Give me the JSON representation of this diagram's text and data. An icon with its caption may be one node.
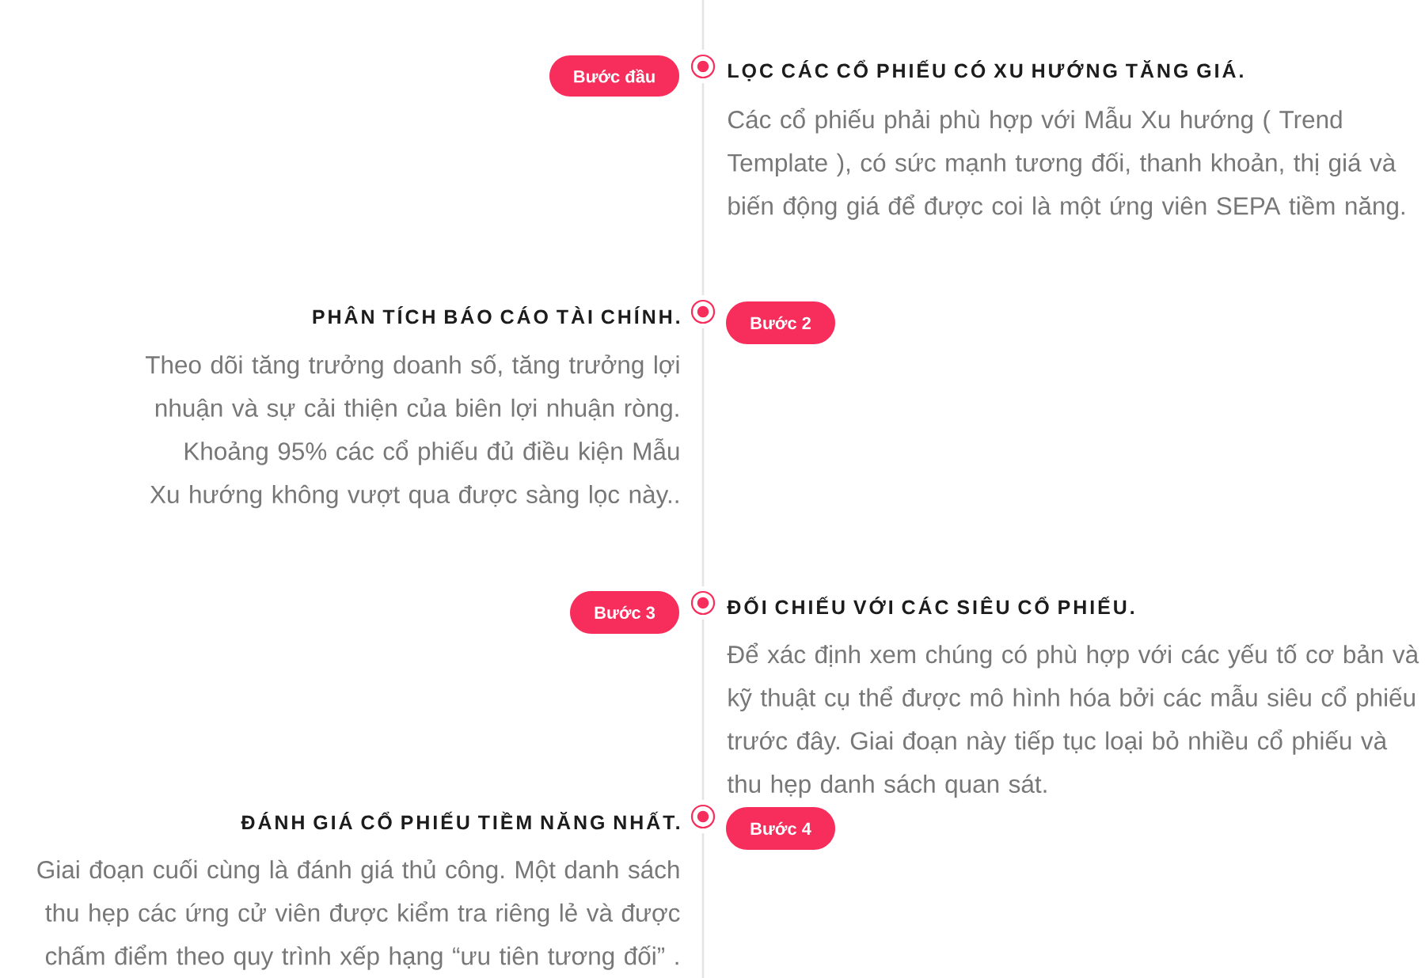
{
  "diagram": {
    "nodes": [
      {
        "text": [
          "Bước đầu"
        ]
      },
      {
        "text": [],
        "shape": "circle",
        "beside": [
          "LỌC CÁC CỔ PHIẾU CÓ XU HƯỚNG TĂNG GIÁ."
        ]
      },
      {
        "text": [],
        "shape": "circle",
        "beside": [
          "PHÂN TÍCH BÁO CÁO TÀI CHÍNH."
        ]
      },
      {
        "text": [
          "Bước 2"
        ]
      },
      {
        "text": [
          "Bước 3"
        ]
      },
      {
        "text": [],
        "shape": "circle",
        "beside": [
          "ĐỐI CHIẾU VỚI CÁC SIÊU CỔ PHIẾU."
        ]
      },
      {
        "text": [],
        "shape": "circle",
        "beside": [
          "ĐÁNH GIÁ CỔ PHIẾU TIỀM NĂNG NHẤT."
        ]
      },
      {
        "text": [
          "Bước 4"
        ]
      }
    ],
    "edges": [
      {
        "from": null,
        "to": 1,
        "arrow": "none"
      },
      {
        "from": 1,
        "to": 2,
        "arrow": "none"
      },
      {
        "from": 2,
        "to": 5,
        "arrow": "none"
      },
      {
        "from": 5,
        "to": 6,
        "arrow": "none"
      },
      {
        "from": 6,
        "to": null,
        "arrow": "none"
      }
    ],
    "labels": [
      "Các cổ phiếu phải phù hợp với Mẫu Xu hướng ( Trend Template ), có sức mạnh tương đối, thanh khoản, thị giá và biến động giá để được coi là một ứng viên SEPA tiềm năng.",
      "Theo dõi tăng trưởng doanh số, tăng trưởng lợi nhuận và sự cải thiện của biên lợi nhuận ròng. Khoảng 95% các cổ phiếu đủ điều kiện Mẫu Xu hướng không vượt qua được sàng lọc này..",
      "Để xác định xem chúng có phù hợp với các yếu tố cơ bản và kỹ thuật cụ thể được mô hình hóa bởi các mẫu siêu cổ phiếu trước đây. Giai đoạn này tiếp tục loại bỏ nhiều cổ phiếu và thu hẹp danh sách quan sát.",
      "Giai đoạn cuối cùng là đánh giá thủ công. Một danh sách thu hẹp các ứng cử viên được kiểm tra riêng lẻ và được chấm điểm theo quy trình xếp hạng “ưu tiên tương đối” ."
    ]
  }
}
